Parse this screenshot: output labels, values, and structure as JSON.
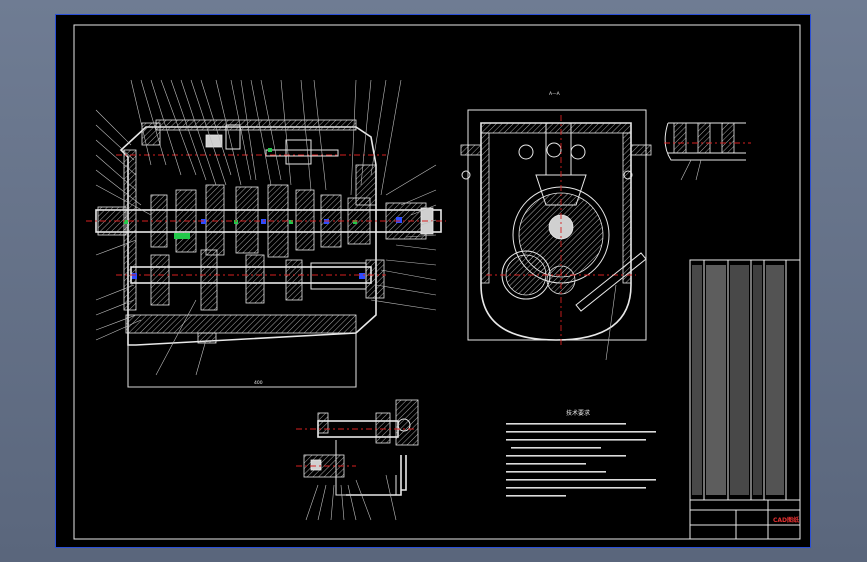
{
  "drawing": {
    "section_label": "A—A",
    "notes_title": "技术要求",
    "bottom_dim": "400",
    "stamp": "CAD图纸"
  },
  "colors": {
    "background": "#000000",
    "frame": "#2a4fd8",
    "lines": "#e8e8e8",
    "centerline": "#d62020",
    "highlight_green": "#22c84a",
    "highlight_blue": "#2e4cff",
    "stamp": "#e23030"
  }
}
